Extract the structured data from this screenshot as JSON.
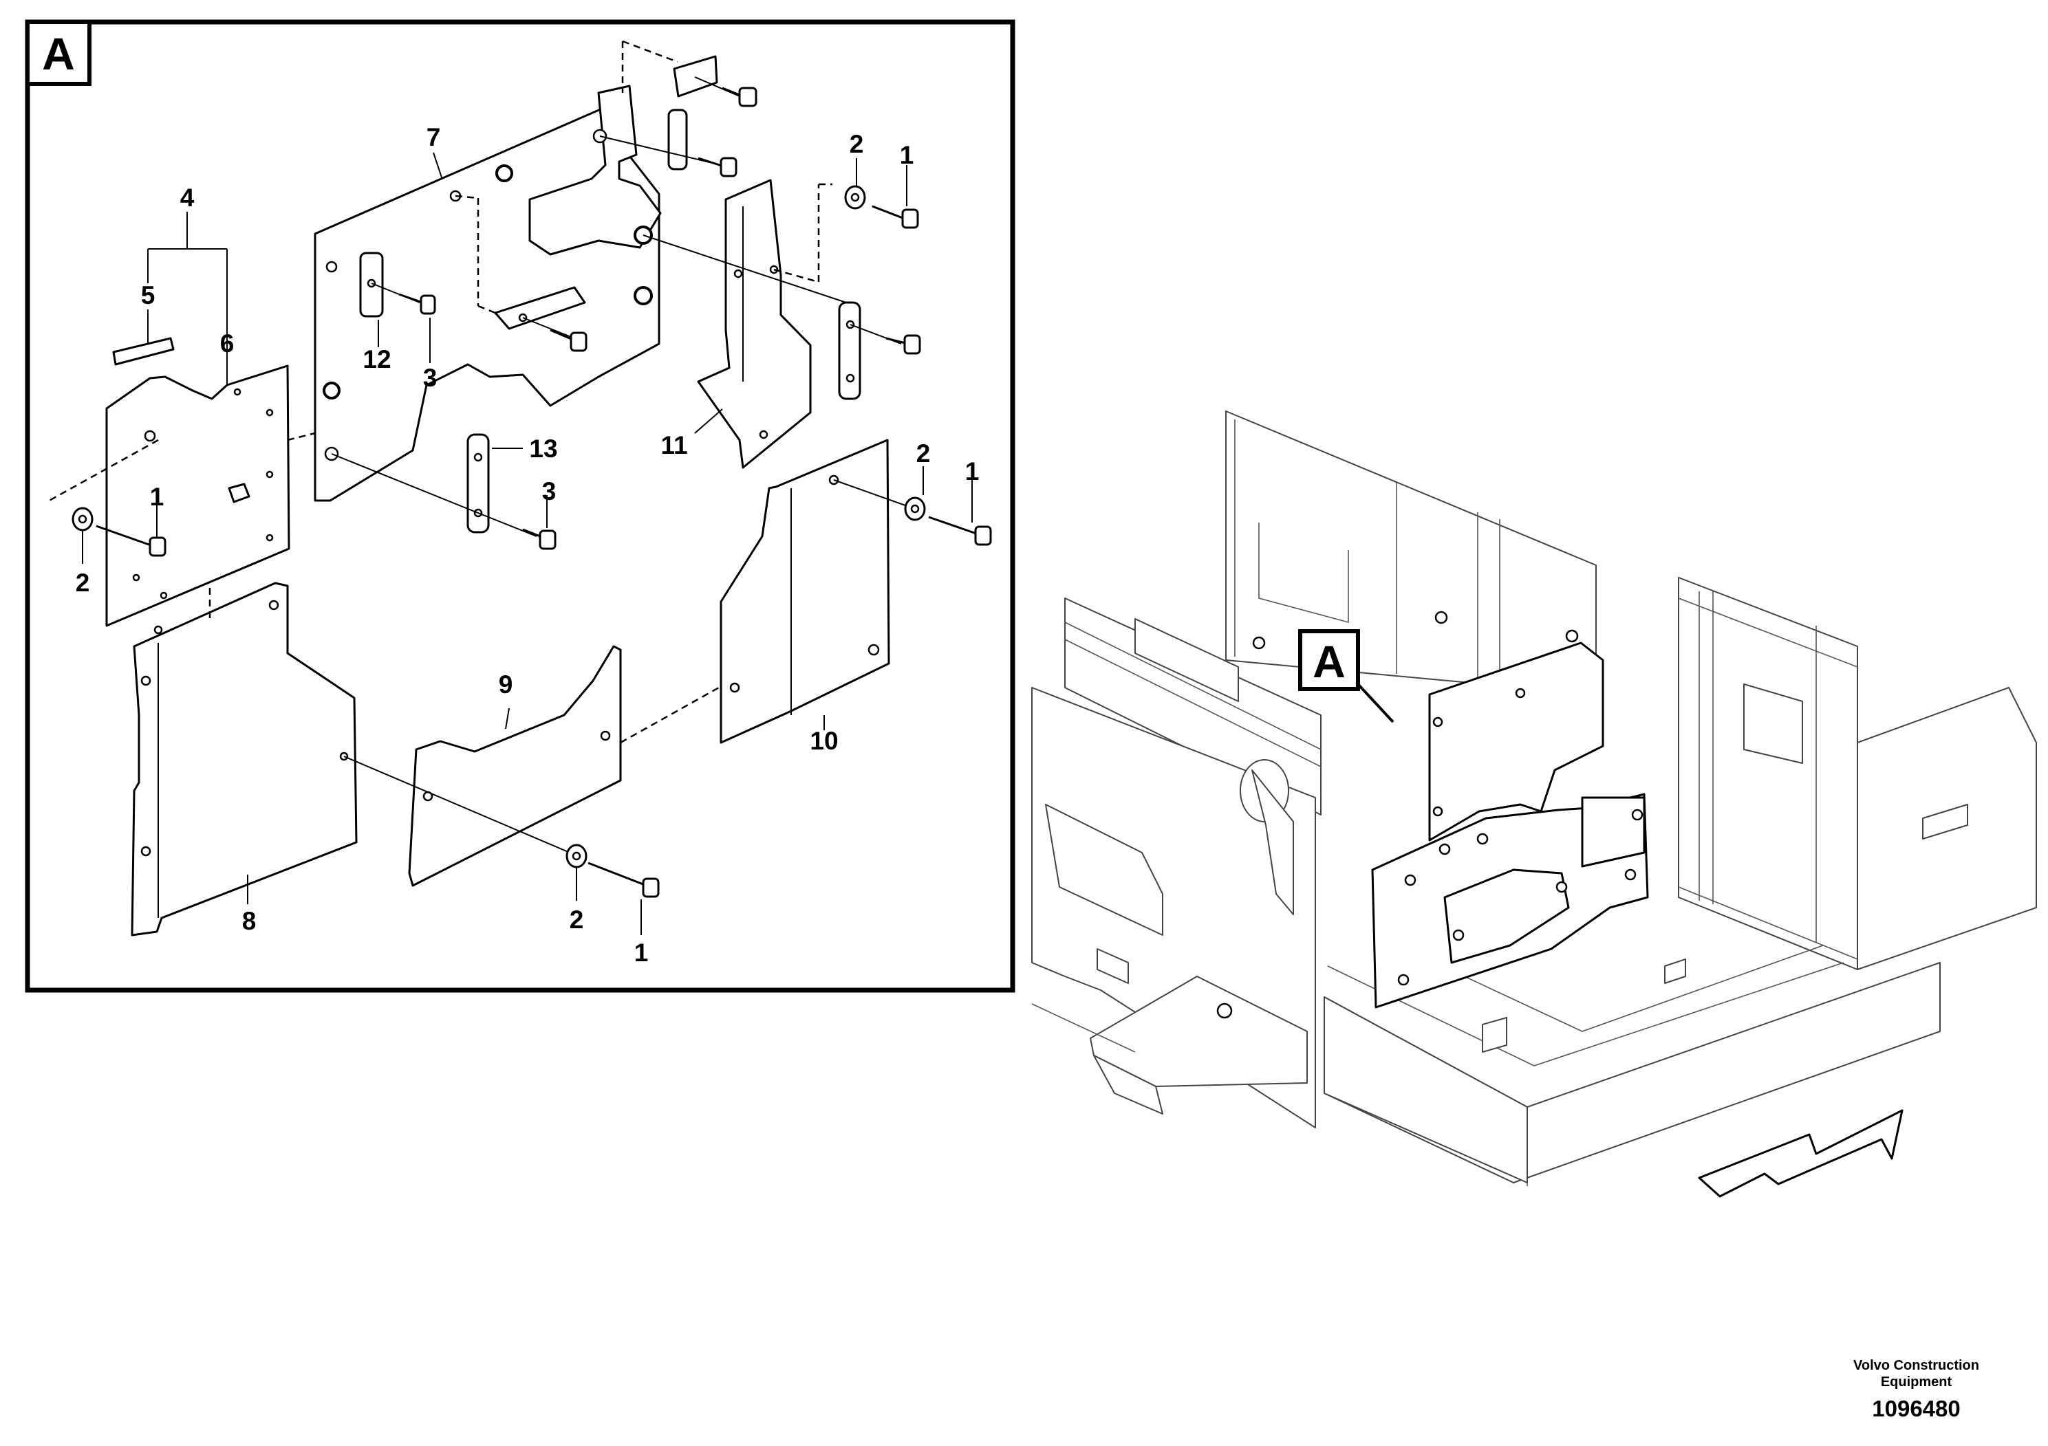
{
  "detail_tag": "A",
  "overview_tag": "A",
  "callouts": {
    "c4": "4",
    "c5": "5",
    "c6": "6",
    "c7": "7",
    "c2a": "2",
    "c1a": "1",
    "c12": "12",
    "c3a": "3",
    "c11": "11",
    "c13": "13",
    "c3b": "3",
    "c1b": "1",
    "c2b": "2",
    "c2c": "2",
    "c1c": "1",
    "c9": "9",
    "c10": "10",
    "c8": "8",
    "c2d": "2",
    "c1d": "1"
  },
  "footer": {
    "brand_line1": "Volvo Construction",
    "brand_line2": "Equipment",
    "drawing_number": "1096480"
  }
}
